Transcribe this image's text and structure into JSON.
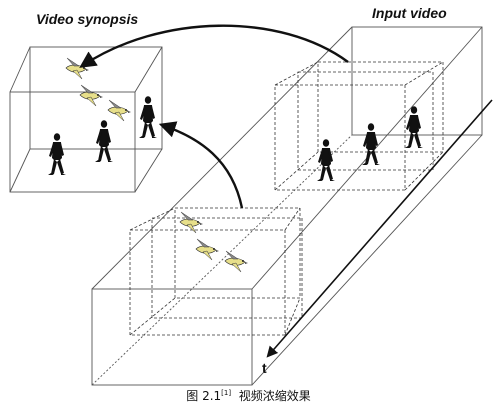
{
  "labels": {
    "synopsis": "Video synopsis",
    "input": "Input video",
    "time_axis": "t"
  },
  "caption": {
    "prefix": "图 2.1",
    "ref": "[1]",
    "text": "视频浓缩效果"
  },
  "colors": {
    "line": "#555555",
    "bird_body": "#e7df8a",
    "bird_wing": "#8a8a8a",
    "person": "#111111"
  }
}
